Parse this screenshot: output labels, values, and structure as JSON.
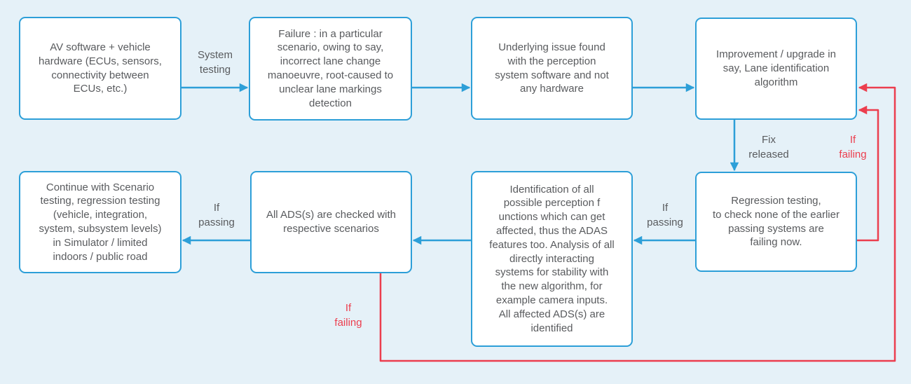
{
  "palette": {
    "bg": "#e5f1f8",
    "box-fill": "#ffffff",
    "line-blue": "#2d9fd8",
    "line-red": "#ec3e4e",
    "text": "#595b5e"
  },
  "nodes": [
    {
      "id": "av-hardware",
      "text": "AV software + vehicle\nhardware (ECUs, sensors,\nconnectivity between\nECUs, etc.)"
    },
    {
      "id": "failure-scenario",
      "text": "Failure : in a particular\nscenario, owing to say,\nincorrect lane change\nmanoeuvre, root-caused to\nunclear lane markings\ndetection"
    },
    {
      "id": "underlying-issue",
      "text": "Underlying issue found\nwith the perception\nsystem software and not\nany hardware"
    },
    {
      "id": "improvement-upgrade",
      "text": "Improvement / upgrade in\nsay, Lane identification\nalgorithm"
    },
    {
      "id": "regression-testing",
      "text": "Regression testing,\nto check none of the earlier\npassing systems are\nfailing now."
    },
    {
      "id": "identification-affected",
      "text": "Identification of all\npossible perception f\nunctions which can get\naffected, thus the ADAS\nfeatures too. Analysis of all\ndirectly interacting\nsystems for stability with\nthe new algorithm, for\nexample camera inputs.\nAll affected ADS(s) are\nidentified"
    },
    {
      "id": "ads-checked",
      "text": "All ADS(s) are checked with\nrespective scenarios"
    },
    {
      "id": "continue-testing",
      "text": "Continue with Scenario\ntesting, regression testing\n(vehicle, integration,\nsystem, subsystem levels)\nin Simulator / limited\nindoors / public road"
    }
  ],
  "labels": {
    "system_testing": "System\ntesting",
    "fix_released": "Fix\nreleased",
    "if_failing_top": "If\nfailing",
    "if_passing_right": "If\npassing",
    "if_failing_bottom": "If\nfailing",
    "if_passing_left": "If\npassing"
  },
  "edges": [
    {
      "from": "av-hardware",
      "to": "failure-scenario",
      "label": "System testing",
      "color": "blue"
    },
    {
      "from": "failure-scenario",
      "to": "underlying-issue",
      "label": "",
      "color": "blue"
    },
    {
      "from": "underlying-issue",
      "to": "improvement-upgrade",
      "label": "",
      "color": "blue"
    },
    {
      "from": "improvement-upgrade",
      "to": "regression-testing",
      "label": "Fix released",
      "color": "blue"
    },
    {
      "from": "regression-testing",
      "to": "identification-affected",
      "label": "If passing",
      "color": "blue"
    },
    {
      "from": "identification-affected",
      "to": "ads-checked",
      "label": "",
      "color": "blue"
    },
    {
      "from": "ads-checked",
      "to": "continue-testing",
      "label": "If passing",
      "color": "blue"
    },
    {
      "from": "regression-testing",
      "to": "improvement-upgrade",
      "label": "If failing",
      "color": "red"
    },
    {
      "from": "ads-checked",
      "to": "improvement-upgrade",
      "label": "If failing",
      "color": "red"
    }
  ]
}
